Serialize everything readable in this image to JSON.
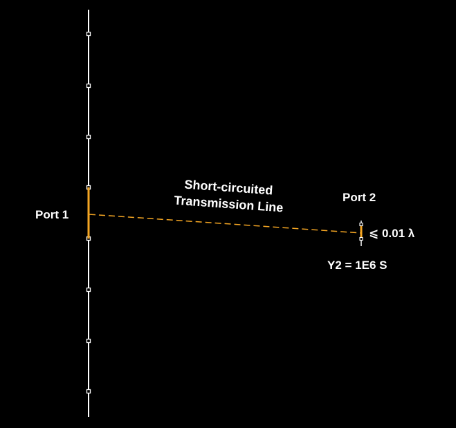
{
  "diagram": {
    "line_label_1": "Short-circuited",
    "line_label_2": "Transmission Line",
    "port1_label": "Port 1",
    "port2_label": "Port 2",
    "spacing_label": "⩽ 0.01 λ",
    "y2_label": "Y2 = 1E6 S"
  },
  "colors": {
    "background": "#000000",
    "wire": "#ffffff",
    "port_highlight": "#f5a623",
    "line": "#f5a623",
    "text": "#ffffff"
  }
}
